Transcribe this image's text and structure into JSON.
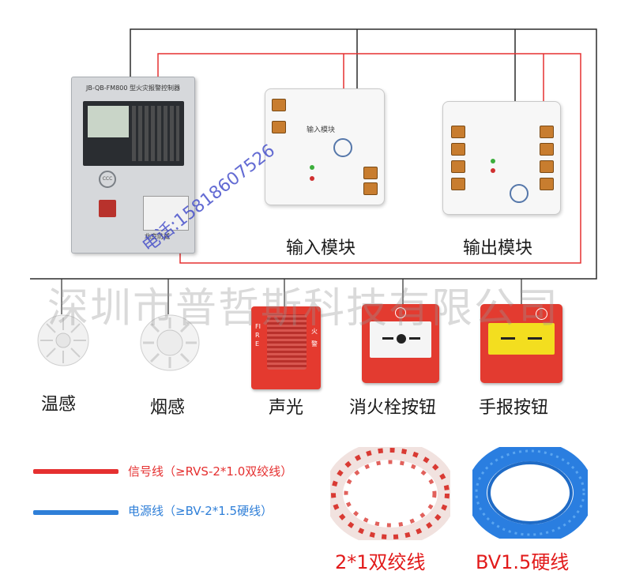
{
  "colors": {
    "signal": "#e53030",
    "power": "#2f7fd8",
    "bus": "#2b2b2b",
    "caption_red": "#e21a1a"
  },
  "panel": {
    "title": "JB-QB-FM800 型火灾报警控制器",
    "brand": "北京防威"
  },
  "modules": {
    "input": {
      "name": "输入模块",
      "caption": "输入模块"
    },
    "output": {
      "name": "输出模块",
      "caption": "输出模块"
    }
  },
  "devices": [
    {
      "id": "heat",
      "caption": "温感"
    },
    {
      "id": "smoke",
      "caption": "烟感"
    },
    {
      "id": "strobe",
      "caption": "声光"
    },
    {
      "id": "hydrant",
      "caption": "消火栓按钮"
    },
    {
      "id": "manual",
      "caption": "手报按钮"
    }
  ],
  "strobe_text": {
    "left": "FIRE",
    "right": "火警"
  },
  "watermark": {
    "company": "深圳市普哲斯科技有限公司",
    "phone": "电话:15818607526"
  },
  "legend": [
    {
      "label": "信号线（≥RVS-2*1.0双绞线）",
      "color": "#e53030"
    },
    {
      "label": "电源线（≥BV-2*1.5硬线）",
      "color": "#2f7fd8"
    }
  ],
  "cables": [
    {
      "caption": "2*1双绞线"
    },
    {
      "caption": "BV1.5硬线"
    }
  ]
}
